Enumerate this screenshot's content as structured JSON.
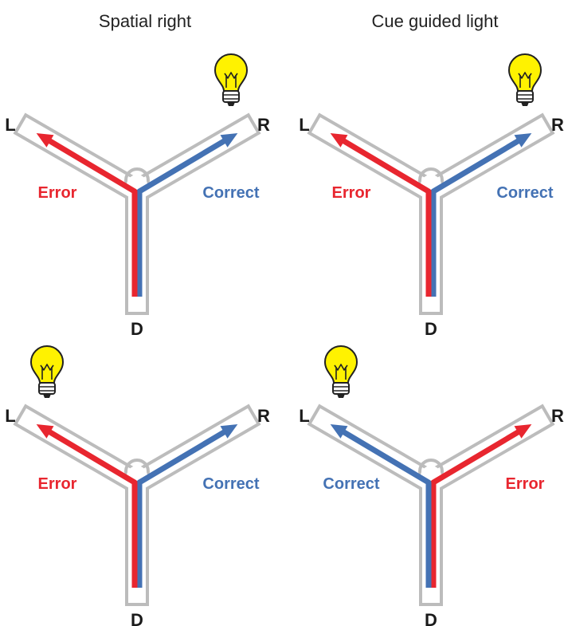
{
  "titles": {
    "left": "Spatial right",
    "right": "Cue guided light"
  },
  "colors": {
    "error": "#e8262f",
    "correct": "#4472b4",
    "maze_outline": "#bcbcbc",
    "bulb_glass": "#fff200"
  },
  "icons": {
    "cue": "light-bulb-icon"
  },
  "arm_labels": {
    "left": "L",
    "right": "R",
    "bottom": "D"
  },
  "panels": [
    {
      "id": "spatial-right-light-right",
      "light_arm": "R",
      "left_arm_outcome": "Error",
      "right_arm_outcome": "Correct"
    },
    {
      "id": "cue-light-light-right",
      "light_arm": "R",
      "left_arm_outcome": "Error",
      "right_arm_outcome": "Correct"
    },
    {
      "id": "spatial-right-light-left",
      "light_arm": "L",
      "left_arm_outcome": "Error",
      "right_arm_outcome": "Correct"
    },
    {
      "id": "cue-light-light-left",
      "light_arm": "L",
      "left_arm_outcome": "Correct",
      "right_arm_outcome": "Error"
    }
  ]
}
